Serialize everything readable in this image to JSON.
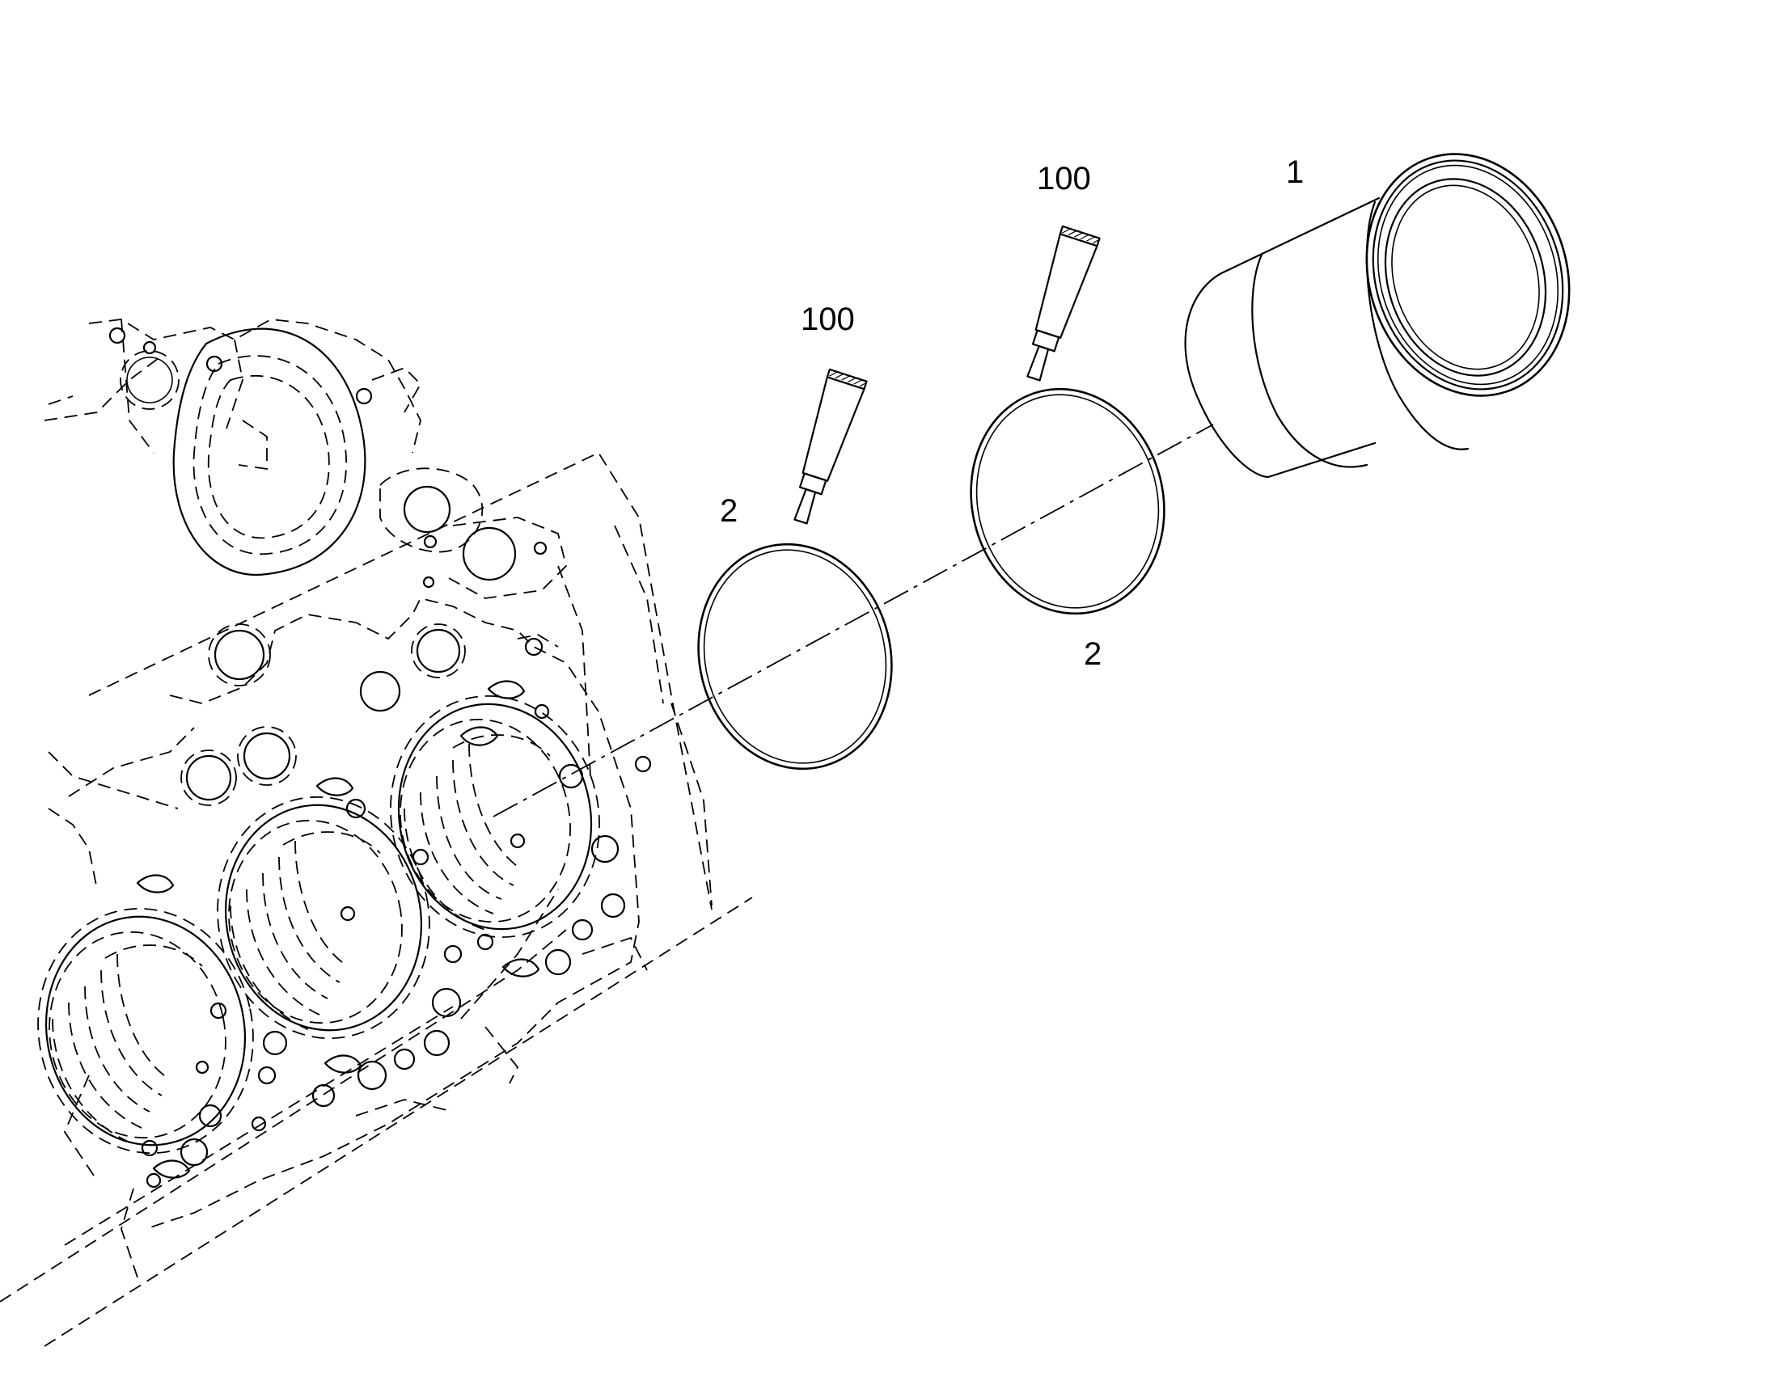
{
  "callouts": {
    "liner": "1",
    "seal_ring_front": "2",
    "seal_ring_rear": "2",
    "sealant_front": "100",
    "sealant_rear": "100"
  }
}
